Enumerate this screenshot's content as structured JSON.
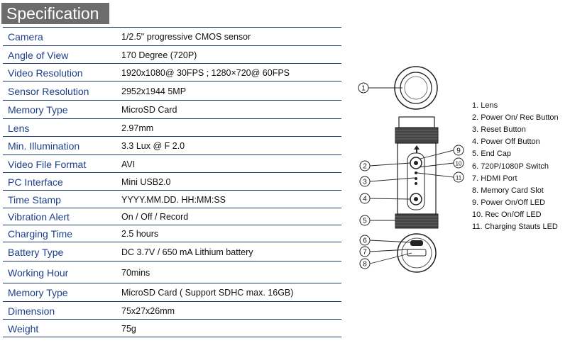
{
  "title": "Specification",
  "specs": [
    {
      "label": "Camera",
      "value": "1/2.5\" progressive CMOS sensor"
    },
    {
      "label": "Angle of View",
      "value": "170 Degree (720P)"
    },
    {
      "label": "Video Resolution",
      "value": "1920x1080@ 30FPS ; 1280×720@ 60FPS"
    },
    {
      "label": "Sensor Resolution",
      "value": "2952x1944 5MP"
    },
    {
      "label": "Memory Type",
      "value": "MicroSD Card"
    },
    {
      "label": "Lens",
      "value": "2.97mm"
    },
    {
      "label": "Min. Illumination",
      "value": "3.3 Lux @ F 2.0"
    },
    {
      "label": "Video File Format",
      "value": "AVI"
    },
    {
      "label": "PC Interface",
      "value": "Mini USB2.0"
    },
    {
      "label": "Time Stamp",
      "value": "YYYY.MM.DD.    HH:MM:SS"
    },
    {
      "label": "Vibration Alert",
      "value": "On / Off / Record"
    },
    {
      "label": "Charging Time",
      "value": "2.5 hours"
    },
    {
      "label": "Battery Type",
      "value": "DC 3.7V / 650 mA Lithium battery"
    },
    {
      "label": "Working Hour",
      "value": "70mins"
    },
    {
      "label": "Memory Type",
      "value": "MicroSD Card ( Support SDHC max. 16GB)"
    },
    {
      "label": "Dimension",
      "value": "75x27x26mm"
    },
    {
      "label": "Weight",
      "value": "75g"
    }
  ],
  "legend": [
    "1. Lens",
    "2. Power On/ Rec Button",
    "3. Reset Button",
    "4. Power Off Button",
    "5. End Cap",
    "6. 720P/1080P Switch",
    "7. HDMI Port",
    "8. Memory Card Slot",
    "9. Power On/Off LED",
    "10. Rec On/Off LED",
    "11. Charging Stauts LED"
  ],
  "callouts": [
    "1",
    "2",
    "3",
    "4",
    "5",
    "6",
    "7",
    "8",
    "9",
    "10",
    "11"
  ],
  "colors": {
    "label": "#1d3f8a",
    "rule": "#1e3a6e",
    "title_bg": "#6c6c6c"
  }
}
